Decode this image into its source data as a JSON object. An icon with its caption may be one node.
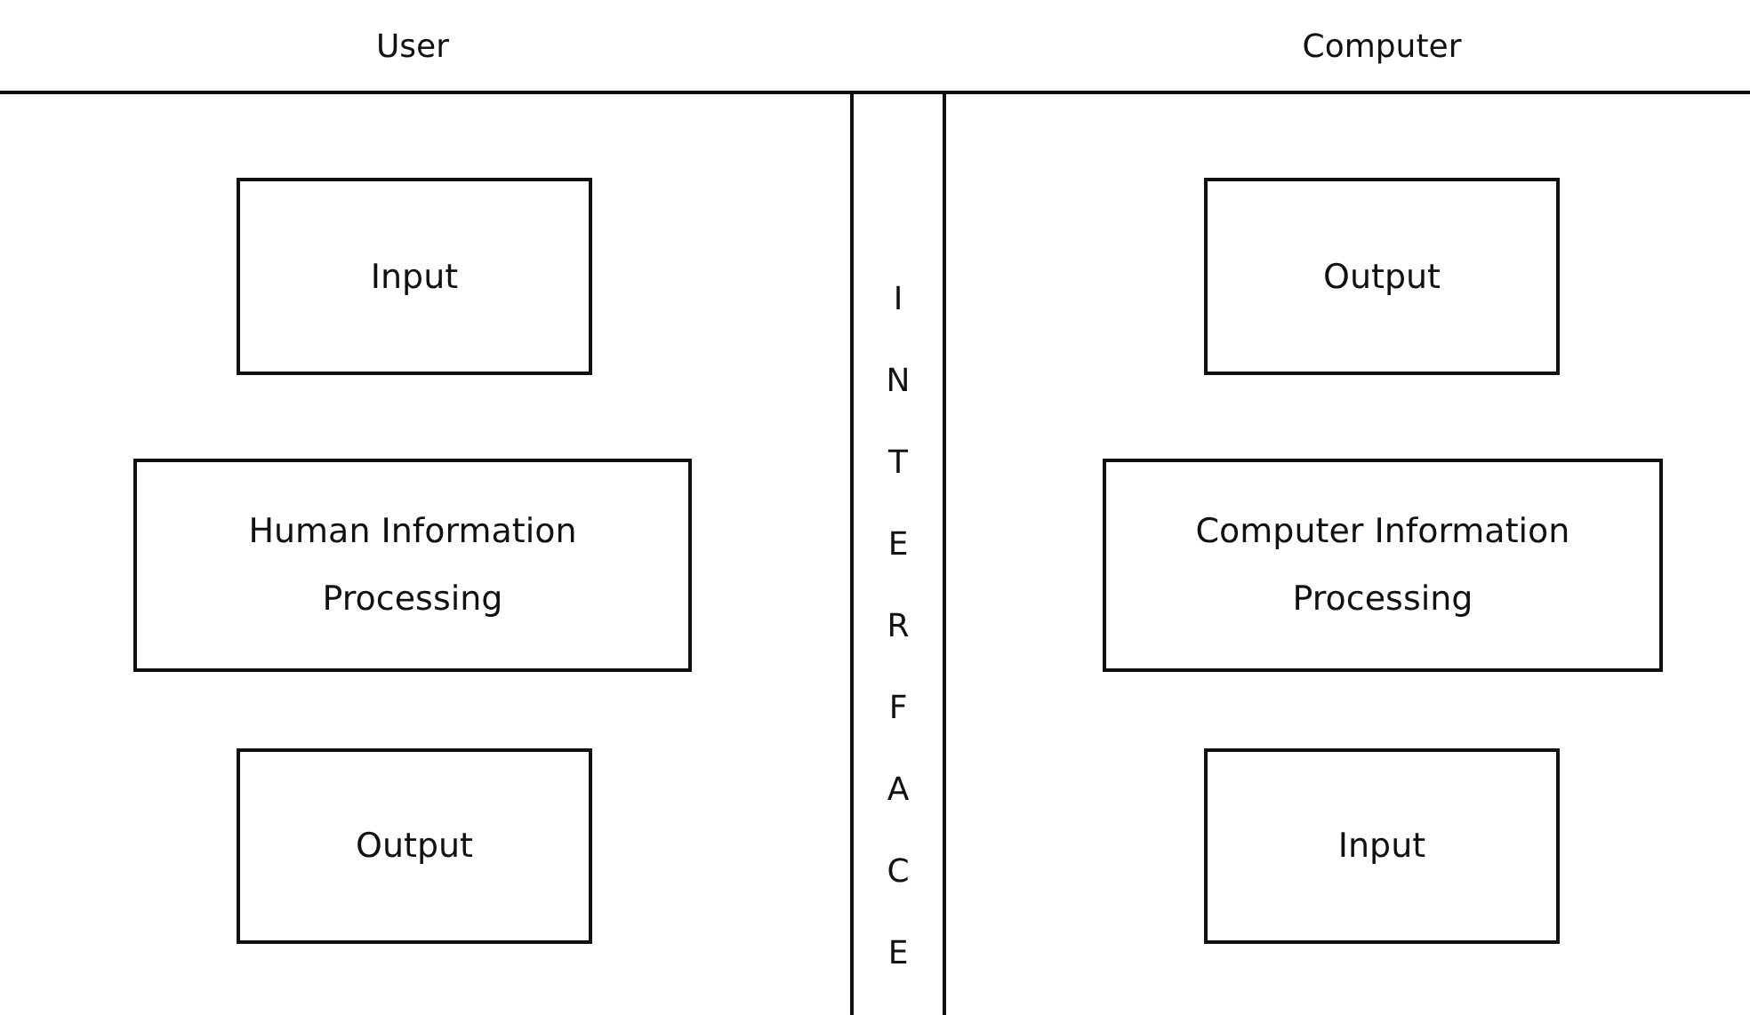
{
  "diagram": {
    "nodes": [
      {
        "text": [
          "Input"
        ]
      },
      {
        "text": [
          "Human Information Processing"
        ]
      },
      {
        "text": [
          "Output"
        ]
      },
      {
        "text": [
          "INTERFACE"
        ]
      },
      {
        "text": [
          "Output"
        ]
      },
      {
        "text": [
          "Computer Information Processing"
        ]
      },
      {
        "text": [
          "Input"
        ]
      }
    ],
    "labels": [
      "User",
      "Computer"
    ]
  }
}
